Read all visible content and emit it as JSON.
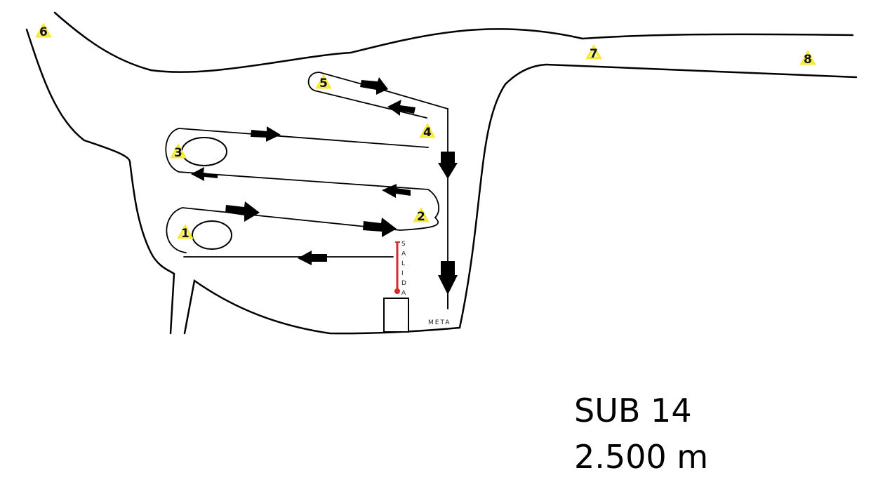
{
  "colors": {
    "course_line": "#000000",
    "arrow": "#000000",
    "checkpoint_fill": "#f5ea3a",
    "start_marker": "#d62b2b"
  },
  "checkpoints": [
    {
      "number": "1",
      "icon": "triangle-checkpoint-icon"
    },
    {
      "number": "2",
      "icon": "triangle-checkpoint-icon"
    },
    {
      "number": "3",
      "icon": "triangle-checkpoint-icon"
    },
    {
      "number": "4",
      "icon": "triangle-checkpoint-icon"
    },
    {
      "number": "5",
      "icon": "triangle-checkpoint-icon"
    },
    {
      "number": "6",
      "icon": "triangle-checkpoint-icon"
    },
    {
      "number": "7",
      "icon": "triangle-checkpoint-icon"
    },
    {
      "number": "8",
      "icon": "triangle-checkpoint-icon"
    }
  ],
  "labels": {
    "start_letters": [
      "S",
      "A",
      "L",
      "I",
      "D",
      "A"
    ],
    "finish": "META"
  },
  "info": {
    "category": "SUB 14",
    "distance": "2.500 m"
  }
}
